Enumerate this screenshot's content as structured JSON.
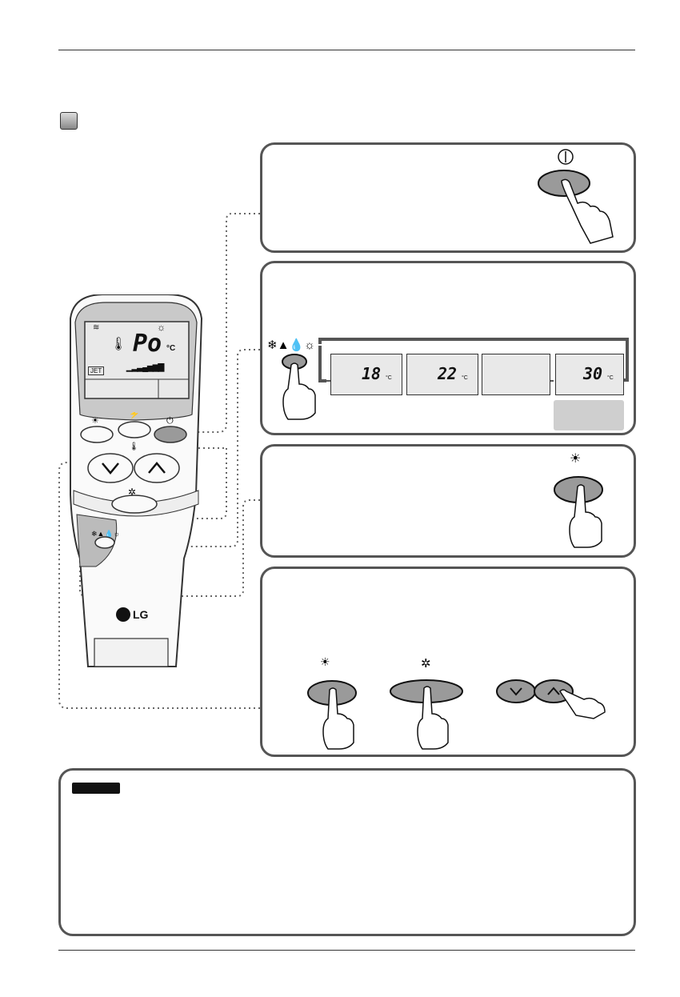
{
  "remote": {
    "display": {
      "temp_code": "Po",
      "unit": "°C",
      "jet_label": "JET"
    },
    "brand": "LG"
  },
  "mode_panel": {
    "screens": [
      {
        "temp": "18",
        "unit": "°C"
      },
      {
        "temp": "22",
        "unit": "°C"
      },
      {
        "temp": "",
        "unit": ""
      },
      {
        "temp": "30",
        "unit": "°C"
      }
    ]
  },
  "icons": {
    "power": "power-icon",
    "swing": "swing-icon",
    "fan": "fan-icon",
    "mode": "mode-icons",
    "hand": "hand-pointer-icon"
  },
  "colors": {
    "button_fill": "#9a9a9a",
    "panel_border": "#555555",
    "screen_bg": "#e9e9e9"
  }
}
